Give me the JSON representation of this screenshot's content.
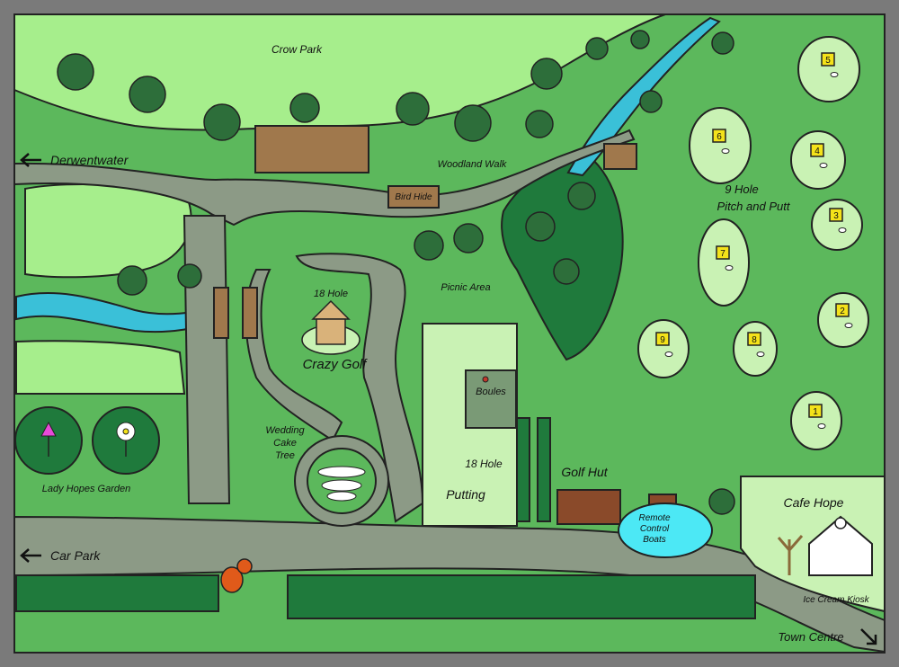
{
  "title": "",
  "labels": {
    "crow_park": "Crow Park",
    "derwentwater": "Derwentwater",
    "woodland_walk": "Woodland Walk",
    "bird_hide": "Bird Hide",
    "pitch_putt_line1": "9 Hole",
    "pitch_putt_line2": "Pitch and Putt",
    "crazy_golf_holes": "18 Hole",
    "crazy_golf": "Crazy Golf",
    "picnic_area": "Picnic Area",
    "boules": "Boules",
    "putting_holes": "18 Hole",
    "putting": "Putting",
    "golf_hut": "Golf Hut",
    "wedding_cake_line1": "Wedding",
    "wedding_cake_line2": "Cake",
    "wedding_cake_line3": "Tree",
    "lady_hopes_garden": "Lady Hopes Garden",
    "car_park": "Car Park",
    "rc_boats_line1": "Remote",
    "rc_boats_line2": "Control",
    "rc_boats_line3": "Boats",
    "cafe_hope": "Cafe Hope",
    "ice_cream_kiosk": "Ice Cream Kiosk",
    "town_centre": "Town Centre"
  },
  "pitch_holes": [
    "1",
    "2",
    "3",
    "4",
    "5",
    "6",
    "7",
    "8",
    "9"
  ],
  "colors": {
    "frame": "#7a7a7a",
    "grass": "#5cb85c",
    "light_grass": "#a6ee8c",
    "dark_grass": "#1f7a3c",
    "green": "#c9f2b4",
    "path": "#8c9a86",
    "water": "#3ac0d8",
    "flag": "#f4e21a",
    "building": "#a0784c",
    "hut": "#8a4a2a"
  }
}
